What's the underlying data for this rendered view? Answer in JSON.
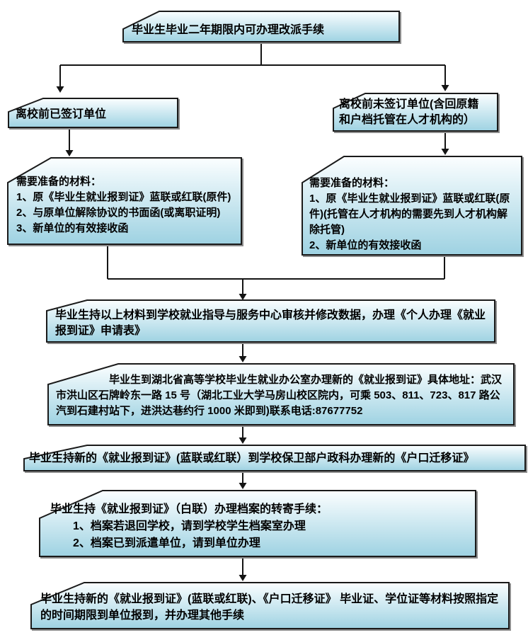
{
  "flowchart": {
    "title_hint": "毕业生改派手续流程图",
    "colors": {
      "box_fill_top": "#fbfeff",
      "box_fill_bottom": "#9ed2e2",
      "box_border": "#1a1a1a",
      "arrow": "#141414",
      "shadow": "#8d8d8d",
      "background": "#ffffff"
    },
    "nodes": {
      "start": {
        "text": "毕业生毕业二年期限内可办理改派手续"
      },
      "left_branch": {
        "text": "离校前已签订单位"
      },
      "right_branch": {
        "text": "离校前未签订单位(含回原籍和户档托管在人才机构的）"
      },
      "left_materials": {
        "title": "需要准备的材料：",
        "items": [
          "1、原《毕业生就业报到证》蓝联或红联(原件)",
          "2、与原单位解除协议的书面函(或离职证明)",
          "3、新单位的有效接收函"
        ]
      },
      "right_materials": {
        "title": "需要准备的材料：",
        "items": [
          "1、原《毕业生就业报到证》蓝联或红联(原件)(托管在人才机构的需要先到人才机构解除托管)",
          "2、新单位的有效接收函"
        ]
      },
      "review": {
        "text": "毕业生持以上材料到学校就业指导与服务中心审核并修改数据，办理《个人办理《就业报到证》申请表》"
      },
      "province_office": {
        "text": "毕业生到湖北省高等学校毕业生就业办公室办理新的《就业报到证》具体地址：武汉市洪山区石牌岭东一路 15 号（湖北工业大学马房山校区院内，可乘 503、811、723、817 路公汽到石建村站下，进洪达巷约行 1000 米即到)联系电话:87677752"
      },
      "hukou": {
        "text": "毕业生持新的《就业报到证》(蓝联或红联）到学校保卫部户政科办理新的《户口迁移证》"
      },
      "archives": {
        "title": "毕业生持《就业报到证》（白联）办理档案的转寄手续：",
        "items": [
          "1、档案若退回学校，请到学校学生档案室办理",
          "2、档案已到派遣单位，请到单位办理"
        ]
      },
      "report": {
        "text": "毕业生持新的《就业报到证》(蓝联或红联)、《户口迁移证》 毕业证、学位证等材料按照指定的时间期限到单位报到，并办理其他手续"
      }
    }
  }
}
